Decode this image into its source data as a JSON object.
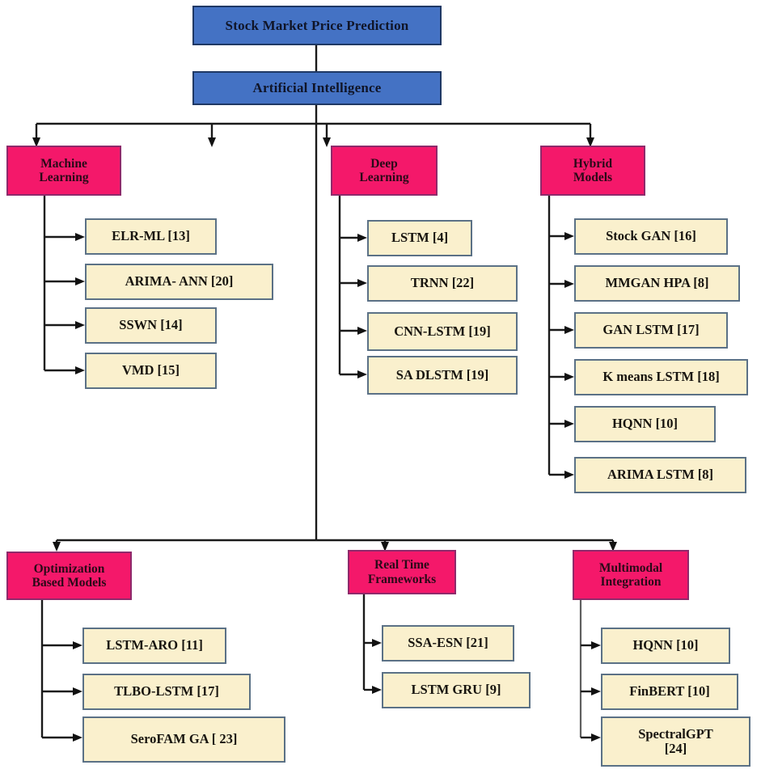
{
  "diagram": {
    "title": "Stock Market Price Prediction taxonomy",
    "colors": {
      "root_fill": "#4472C4",
      "root_border": "#1f3864",
      "category_fill": "#F4186A",
      "category_border": "#8e2a6b",
      "leaf_fill": "#FAF0CD",
      "leaf_border": "#5b7186",
      "connector": "#1a1a1a"
    },
    "root": {
      "label": "Stock Market Price Prediction"
    },
    "level1": {
      "label": "Artificial Intelligence"
    },
    "categories": [
      {
        "id": "machine-learning",
        "label": "Machine\nLearning",
        "leaves": [
          {
            "label": "ELR-ML [13]"
          },
          {
            "label": "ARIMA- ANN [20]"
          },
          {
            "label": "SSWN [14]"
          },
          {
            "label": "VMD [15]"
          }
        ]
      },
      {
        "id": "deep-learning",
        "label": "Deep\nLearning",
        "leaves": [
          {
            "label": "LSTM [4]"
          },
          {
            "label": "TRNN [22]"
          },
          {
            "label": "CNN-LSTM [19]"
          },
          {
            "label": "SA DLSTM [19]"
          }
        ]
      },
      {
        "id": "hybrid-models",
        "label": "Hybrid\nModels",
        "leaves": [
          {
            "label": "Stock GAN [16]"
          },
          {
            "label": "MMGAN HPA [8]"
          },
          {
            "label": "GAN LSTM [17]"
          },
          {
            "label": "K means LSTM [18]"
          },
          {
            "label": "HQNN [10]"
          },
          {
            "label": "ARIMA LSTM [8]"
          }
        ]
      },
      {
        "id": "optimization-based-models",
        "label": "Optimization\nBased Models",
        "leaves": [
          {
            "label": "LSTM-ARO [11]"
          },
          {
            "label": "TLBO-LSTM [17]"
          },
          {
            "label": "SeroFAM GA [ 23]"
          }
        ]
      },
      {
        "id": "real-time-frameworks",
        "label": "Real Time\nFrameworks",
        "leaves": [
          {
            "label": "SSA-ESN [21]"
          },
          {
            "label": "LSTM GRU [9]"
          }
        ]
      },
      {
        "id": "multimodal-integration",
        "label": "Multimodal\nIntegration",
        "leaves": [
          {
            "label": "HQNN [10]"
          },
          {
            "label": "FinBERT [10]"
          },
          {
            "label": "SpectralGPT\n[24]"
          }
        ]
      }
    ]
  }
}
